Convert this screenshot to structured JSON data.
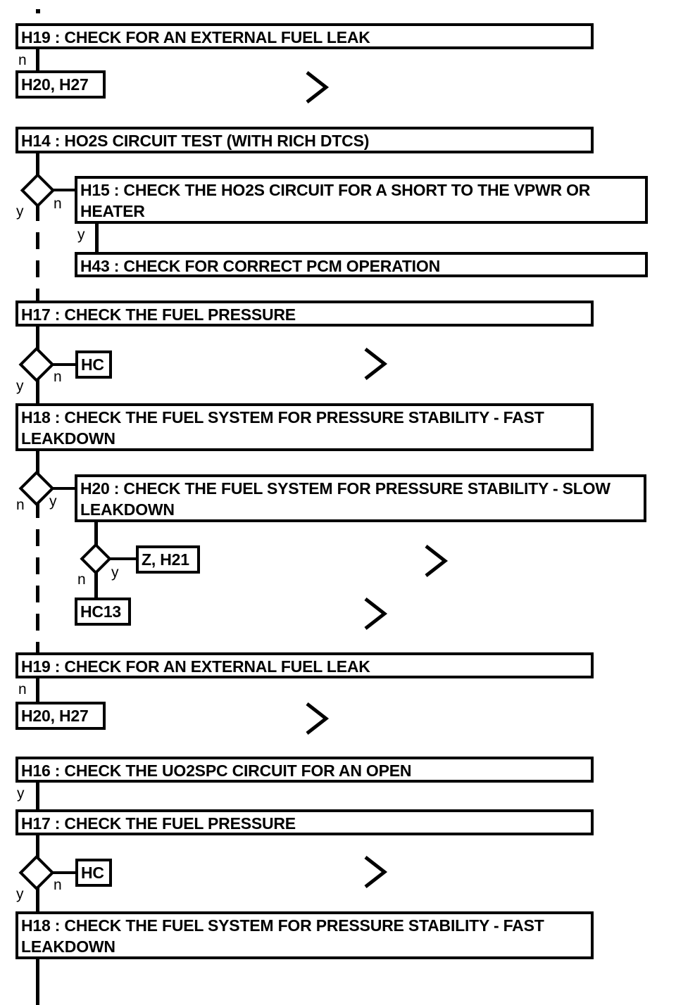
{
  "diagram": {
    "title": "Fuel system / HO2S diagnostic pinpoint test flowchart",
    "type": "flowchart",
    "colors": {
      "stroke": "#000000",
      "background": "#ffffff"
    },
    "nodes": [
      {
        "id": "n1",
        "kind": "process",
        "label": "H19 : CHECK FOR AN EXTERNAL FUEL LEAK"
      },
      {
        "id": "n2",
        "kind": "terminal",
        "label": "H20, H27"
      },
      {
        "id": "n3",
        "kind": "process",
        "label": "H14 : HO2S CIRCUIT TEST (WITH RICH DTCS)"
      },
      {
        "id": "n4",
        "kind": "process",
        "label": "H15 : CHECK THE HO2S CIRCUIT FOR A SHORT TO THE VPWR OR HEATER"
      },
      {
        "id": "n5",
        "kind": "process",
        "label": "H43 : CHECK FOR CORRECT PCM OPERATION"
      },
      {
        "id": "n6",
        "kind": "process",
        "label": "H17 : CHECK THE FUEL PRESSURE"
      },
      {
        "id": "n7",
        "kind": "terminal",
        "label": "HC"
      },
      {
        "id": "n8",
        "kind": "process",
        "label": "H18 : CHECK THE FUEL SYSTEM FOR PRESSURE STABILITY - FAST LEAKDOWN"
      },
      {
        "id": "n9",
        "kind": "process",
        "label": "H20 : CHECK THE FUEL SYSTEM FOR PRESSURE STABILITY - SLOW LEAKDOWN"
      },
      {
        "id": "n10",
        "kind": "terminal",
        "label": "Z, H21"
      },
      {
        "id": "n11",
        "kind": "terminal",
        "label": "HC13"
      },
      {
        "id": "n12",
        "kind": "process",
        "label": "H19 : CHECK FOR AN EXTERNAL FUEL LEAK"
      },
      {
        "id": "n13",
        "kind": "terminal",
        "label": "H20, H27"
      },
      {
        "id": "n14",
        "kind": "process",
        "label": "H16 : CHECK THE UO2SPC CIRCUIT FOR AN OPEN"
      },
      {
        "id": "n15",
        "kind": "process",
        "label": "H17 : CHECK THE FUEL PRESSURE"
      },
      {
        "id": "n16",
        "kind": "terminal",
        "label": "HC"
      },
      {
        "id": "n17",
        "kind": "process",
        "label": "H18 : CHECK THE FUEL SYSTEM FOR PRESSURE STABILITY - FAST LEAKDOWN"
      }
    ],
    "branch_labels": {
      "b1": "n",
      "b2": "y",
      "b3": "n",
      "b4": "y",
      "b5": "y",
      "b6": "n",
      "b7": "n",
      "b8": "y",
      "b9": "n",
      "b10": "y",
      "b11": "n",
      "b12": "y",
      "b13": "y",
      "b14": "n"
    }
  }
}
